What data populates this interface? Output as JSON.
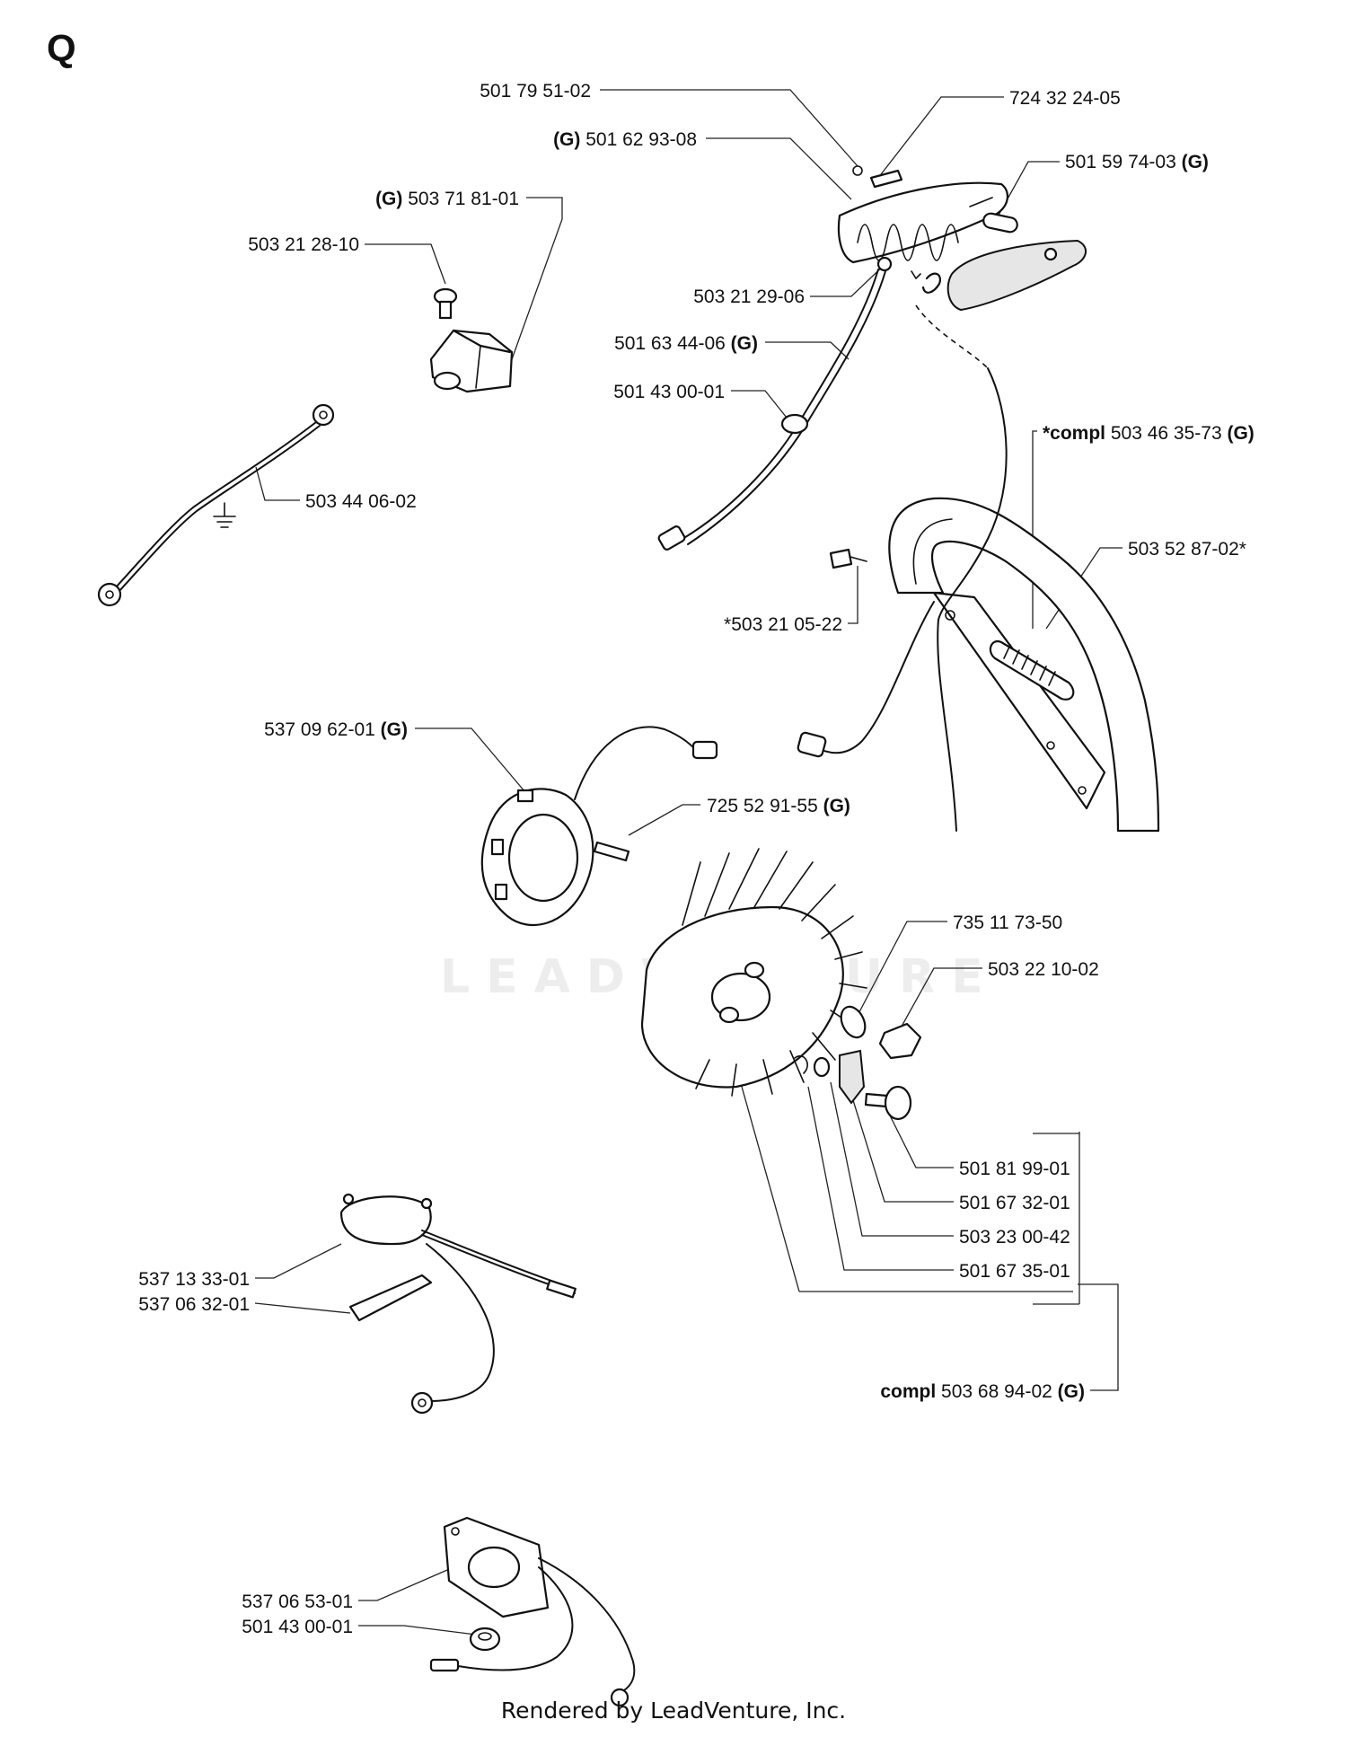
{
  "page_letter": "Q",
  "watermark": "LEADVENTURE",
  "footer": "Rendered by LeadVenture, Inc.",
  "labels": {
    "l1": {
      "pre": "",
      "num": "501 79 51-02",
      "post": ""
    },
    "l2": {
      "pre": "",
      "num": "724 32 24-05",
      "post": ""
    },
    "l3": {
      "pre": "(G)",
      "num": " 501 62 93-08",
      "post": ""
    },
    "l4": {
      "pre": "",
      "num": "501 59 74-03 ",
      "post": "(G)"
    },
    "l5": {
      "pre": "(G)",
      "num": " 503 71 81-01",
      "post": ""
    },
    "l6": {
      "pre": "",
      "num": "503 21 28-10",
      "post": ""
    },
    "l7": {
      "pre": "",
      "num": "503 21 29-06",
      "post": ""
    },
    "l8": {
      "pre": "",
      "num": "501 63 44-06 ",
      "post": "(G)"
    },
    "l9": {
      "pre": "",
      "num": "501 43 00-01",
      "post": ""
    },
    "l10": {
      "pre": "*compl",
      "num": " 503 46 35-73 ",
      "post": "(G)"
    },
    "l11": {
      "pre": "",
      "num": "503 44 06-02",
      "post": ""
    },
    "l12": {
      "pre": "",
      "num": "503 52 87-02*",
      "post": ""
    },
    "l13": {
      "pre": "",
      "num": "*503 21 05-22",
      "post": ""
    },
    "l14": {
      "pre": "",
      "num": "537 09 62-01 ",
      "post": "(G)"
    },
    "l15": {
      "pre": "",
      "num": "725 52 91-55 ",
      "post": "(G)"
    },
    "l16": {
      "pre": "",
      "num": "735 11 73-50",
      "post": ""
    },
    "l17": {
      "pre": "",
      "num": "503 22 10-02",
      "post": ""
    },
    "l18": {
      "pre": "",
      "num": "501 81 99-01",
      "post": ""
    },
    "l19": {
      "pre": "",
      "num": "501 67 32-01",
      "post": ""
    },
    "l20": {
      "pre": "",
      "num": "503 23 00-42",
      "post": ""
    },
    "l21": {
      "pre": "",
      "num": "501 67 35-01",
      "post": ""
    },
    "l22": {
      "pre": "",
      "num": "537 13 33-01",
      "post": ""
    },
    "l23": {
      "pre": "",
      "num": "537 06 32-01",
      "post": ""
    },
    "l24": {
      "pre": "compl",
      "num": " 503 68 94-02 ",
      "post": "(G)"
    },
    "l25": {
      "pre": "",
      "num": "537 06 53-01",
      "post": ""
    },
    "l26": {
      "pre": "",
      "num": "501 43 00-01",
      "post": ""
    }
  }
}
